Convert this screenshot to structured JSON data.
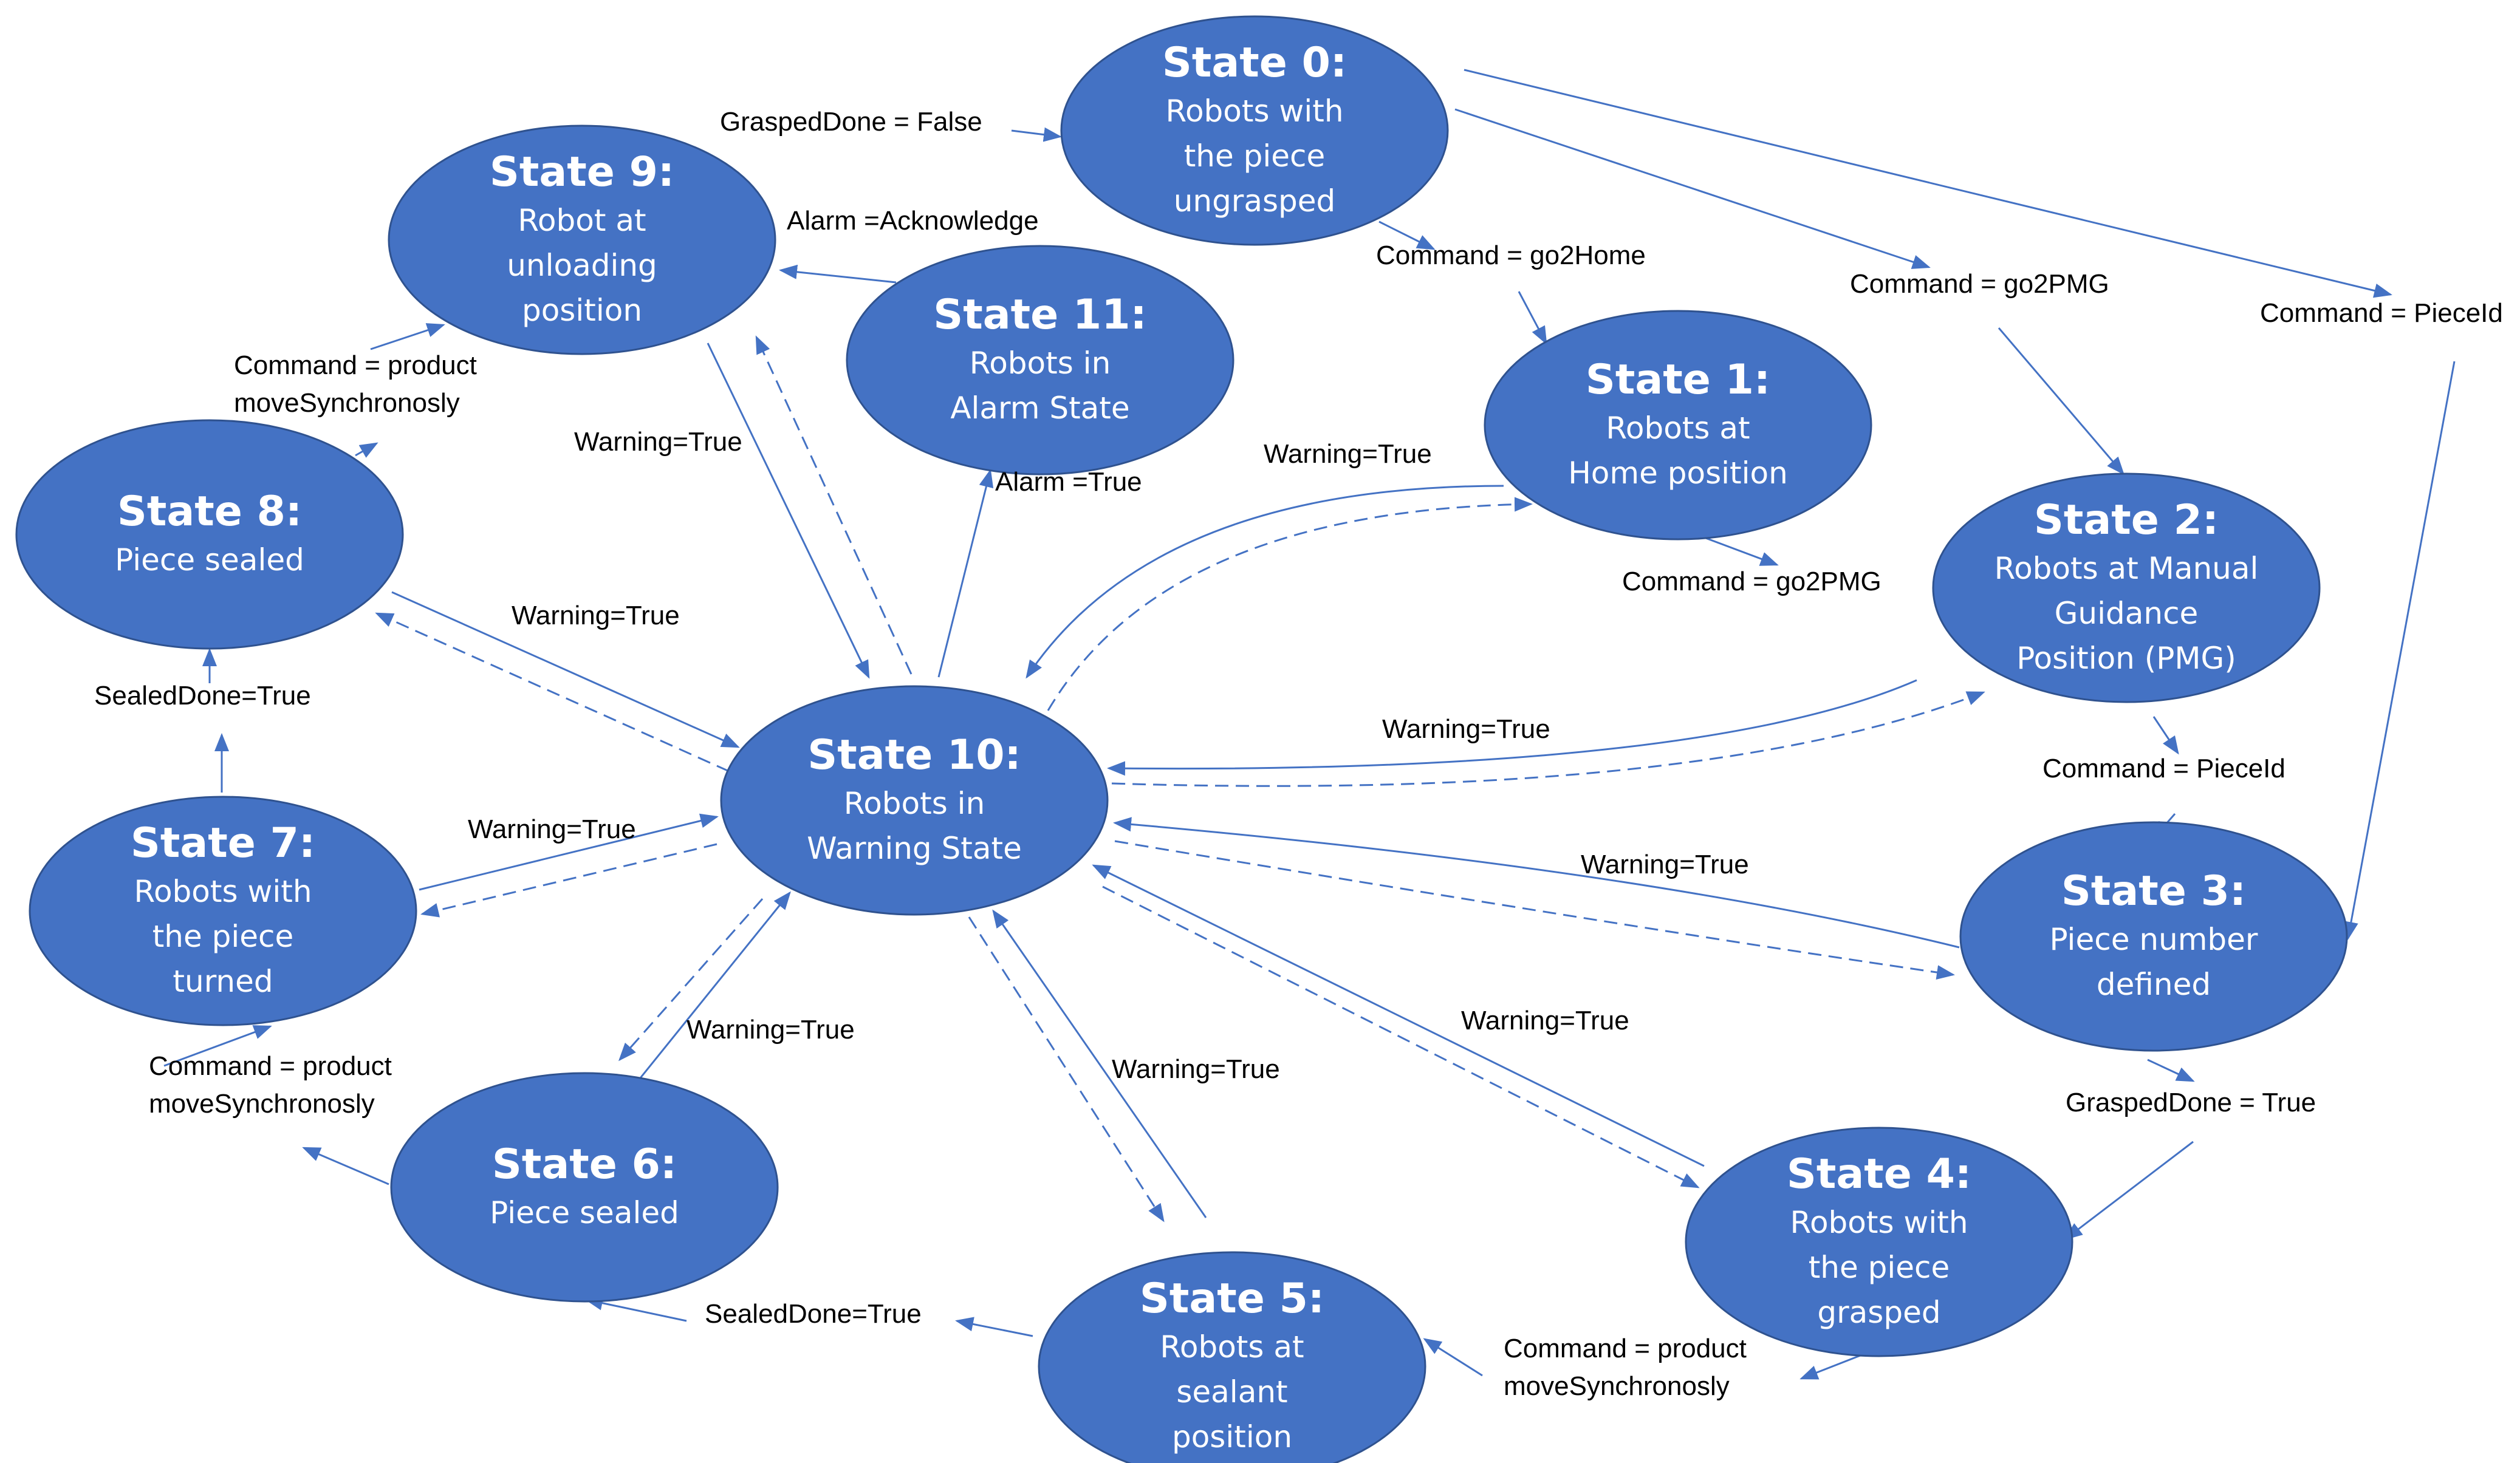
{
  "states": [
    {
      "id": "s0",
      "title": "State 0:",
      "lines": [
        "Robots with",
        "the piece",
        "ungrasped"
      ]
    },
    {
      "id": "s1",
      "title": "State 1:",
      "lines": [
        "Robots at",
        "Home position"
      ]
    },
    {
      "id": "s2",
      "title": "State 2:",
      "lines": [
        "Robots at Manual",
        "Guidance",
        "Position (PMG)"
      ]
    },
    {
      "id": "s3",
      "title": "State 3:",
      "lines": [
        "Piece number",
        "defined"
      ]
    },
    {
      "id": "s4",
      "title": "State 4:",
      "lines": [
        "Robots with",
        "the piece",
        "grasped"
      ]
    },
    {
      "id": "s5",
      "title": "State 5:",
      "lines": [
        "Robots at",
        "sealant",
        "position"
      ]
    },
    {
      "id": "s6",
      "title": "State 6:",
      "lines": [
        "Piece sealed"
      ]
    },
    {
      "id": "s7",
      "title": "State 7:",
      "lines": [
        "Robots with",
        "the piece",
        "turned"
      ]
    },
    {
      "id": "s8",
      "title": "State 8:",
      "lines": [
        "Piece sealed"
      ]
    },
    {
      "id": "s9",
      "title": "State 9:",
      "lines": [
        "Robot at",
        "unloading",
        "position"
      ]
    },
    {
      "id": "s10",
      "title": "State 10:",
      "lines": [
        "Robots in",
        "Warning State"
      ]
    },
    {
      "id": "s11",
      "title": "State 11:",
      "lines": [
        "Robots in",
        "Alarm State"
      ]
    }
  ],
  "labels": [
    {
      "id": "l_grasped_false",
      "lines": [
        "GraspedDone = False"
      ]
    },
    {
      "id": "l_alarm_ack",
      "lines": [
        "Alarm =Acknowledge"
      ]
    },
    {
      "id": "l_go2home",
      "lines": [
        "Command = go2Home"
      ]
    },
    {
      "id": "l_go2pmg_top",
      "lines": [
        "Command = go2PMG"
      ]
    },
    {
      "id": "l_pieceid_top",
      "lines": [
        "Command = PieceId"
      ]
    },
    {
      "id": "l_cmd_s8_s9",
      "lines": [
        "Command = product",
        "moveSynchronosly"
      ]
    },
    {
      "id": "l_warn_s9",
      "lines": [
        "Warning=True"
      ]
    },
    {
      "id": "l_alarm_true",
      "lines": [
        "Alarm =True"
      ]
    },
    {
      "id": "l_warn_s1",
      "lines": [
        "Warning=True"
      ]
    },
    {
      "id": "l_go2pmg_s1",
      "lines": [
        "Command = go2PMG"
      ]
    },
    {
      "id": "l_warn_s8",
      "lines": [
        "Warning=True"
      ]
    },
    {
      "id": "l_sealed_s7_s8",
      "lines": [
        "SealedDone=True"
      ]
    },
    {
      "id": "l_warn_s2",
      "lines": [
        "Warning=True"
      ]
    },
    {
      "id": "l_pieceid_s2",
      "lines": [
        "Command = PieceId"
      ]
    },
    {
      "id": "l_warn_s7",
      "lines": [
        "Warning=True"
      ]
    },
    {
      "id": "l_warn_s3",
      "lines": [
        "Warning=True"
      ]
    },
    {
      "id": "l_warn_s6",
      "lines": [
        "Warning=True"
      ]
    },
    {
      "id": "l_warn_s4",
      "lines": [
        "Warning=True"
      ]
    },
    {
      "id": "l_cmd_s6_s7",
      "lines": [
        "Command = product",
        "moveSynchronosly"
      ]
    },
    {
      "id": "l_warn_s5",
      "lines": [
        "Warning=True"
      ]
    },
    {
      "id": "l_grasped_true",
      "lines": [
        "GraspedDone = True"
      ]
    },
    {
      "id": "l_sealed_s5_s6",
      "lines": [
        "SealedDone=True"
      ]
    },
    {
      "id": "l_cmd_s4_s5",
      "lines": [
        "Command = product",
        "moveSynchronosly"
      ]
    }
  ],
  "colors": {
    "node_fill": "#4472C4",
    "node_stroke": "#2F528F",
    "edge": "#4472C4",
    "label": "#000000"
  }
}
